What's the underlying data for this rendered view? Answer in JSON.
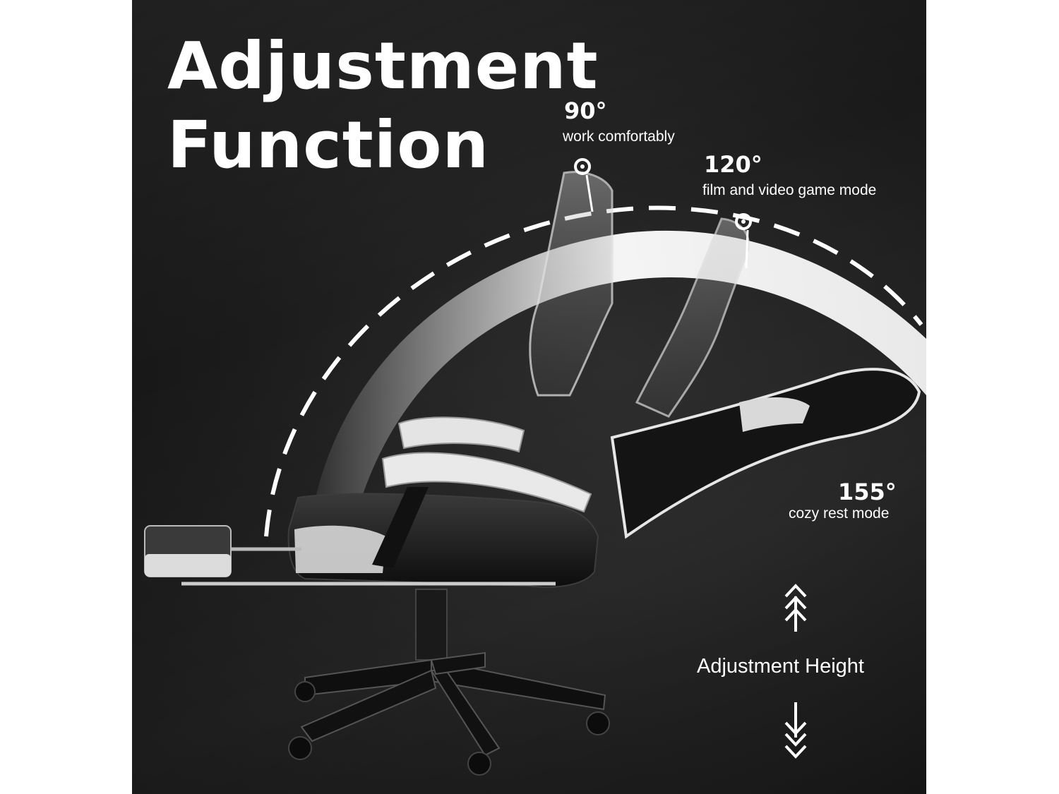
{
  "title": {
    "line1": "Adjustment",
    "line2": "Function"
  },
  "angles": [
    {
      "value": "90°",
      "label": "work comfortably"
    },
    {
      "value": "120°",
      "label": "film and video game mode"
    },
    {
      "value": "155°",
      "label": "cozy rest mode"
    }
  ],
  "height": {
    "label": "Adjustment Height"
  },
  "icons": [
    "chevron-up-icon",
    "chevron-down-icon",
    "angle-marker-icon"
  ],
  "colors": {
    "background": "#1b1b1b",
    "text": "#ffffff",
    "chair_dark": "#111111",
    "chair_light": "#e6e6e6"
  }
}
